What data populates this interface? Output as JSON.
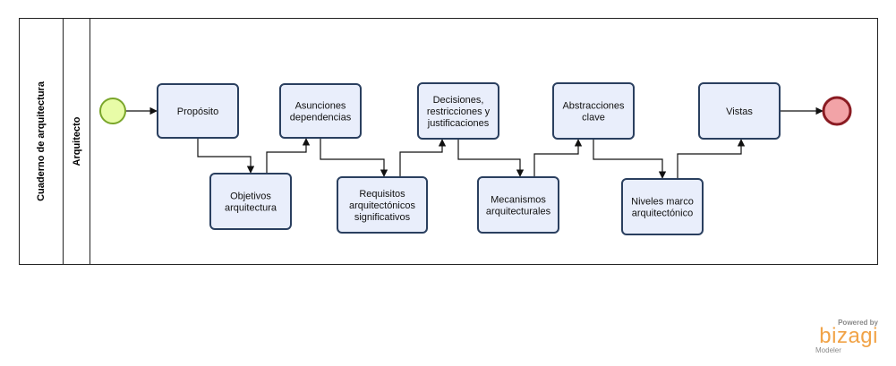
{
  "pool": {
    "title": "Cuaderno de arquitectura"
  },
  "lane": {
    "title": "Arquitecto"
  },
  "events": {
    "start": {
      "color": "#e8fca7",
      "stroke": "#7aa62a"
    },
    "end": {
      "color": "#f2a3a7",
      "stroke": "#8a1b22"
    }
  },
  "tasks": [
    {
      "id": "t1",
      "lines": [
        "Propósito"
      ]
    },
    {
      "id": "t2",
      "lines": [
        "Objetivos",
        "arquitectura"
      ]
    },
    {
      "id": "t3",
      "lines": [
        "Asunciones",
        "dependencias"
      ]
    },
    {
      "id": "t4",
      "lines": [
        "Requisitos",
        "arquitectónicos",
        "significativos"
      ]
    },
    {
      "id": "t5",
      "lines": [
        "Decisiones,",
        "restricciones y",
        "justificaciones"
      ]
    },
    {
      "id": "t6",
      "lines": [
        "Mecanismos",
        "arquitecturales"
      ]
    },
    {
      "id": "t7",
      "lines": [
        "Abstracciones",
        "clave"
      ]
    },
    {
      "id": "t8",
      "lines": [
        "Niveles marco",
        "arquitectónico"
      ]
    },
    {
      "id": "t9",
      "lines": [
        "Vistas"
      ]
    }
  ],
  "flows": [
    [
      "start",
      "t1"
    ],
    [
      "t1",
      "t2"
    ],
    [
      "t2",
      "t3"
    ],
    [
      "t3",
      "t4"
    ],
    [
      "t4",
      "t5"
    ],
    [
      "t5",
      "t6"
    ],
    [
      "t6",
      "t7"
    ],
    [
      "t7",
      "t8"
    ],
    [
      "t8",
      "t9"
    ],
    [
      "t9",
      "end"
    ]
  ],
  "watermark": {
    "powered_by": "Powered by",
    "brand": "bizagi",
    "product": "Modeler",
    "brand_color": "#f1a347"
  }
}
